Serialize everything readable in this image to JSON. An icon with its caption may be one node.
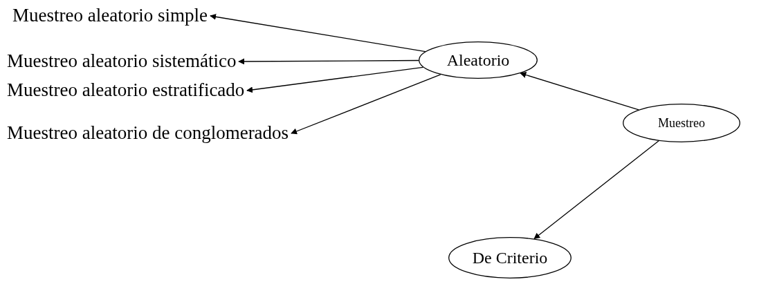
{
  "diagram": {
    "nodes": [
      {
        "text": [
          "Muestreo aleatorio simple"
        ]
      },
      {
        "text": [
          "Muestreo aleatorio sistemático"
        ]
      },
      {
        "text": [
          "Muestreo aleatorio estratificado"
        ]
      },
      {
        "text": [
          "Muestreo aleatorio de conglomerados"
        ]
      },
      {
        "text": [
          "Aleatorio"
        ]
      },
      {
        "text": [
          "Muestreo"
        ]
      },
      {
        "text": [
          "De Criterio"
        ]
      }
    ],
    "edges": [
      {
        "from": 4,
        "to": 0,
        "arrow": "to"
      },
      {
        "from": 4,
        "to": 1,
        "arrow": "to"
      },
      {
        "from": 4,
        "to": 2,
        "arrow": "to"
      },
      {
        "from": 4,
        "to": 3,
        "arrow": "to"
      },
      {
        "from": 5,
        "to": 4,
        "arrow": "to"
      },
      {
        "from": 5,
        "to": 6,
        "arrow": "to"
      }
    ]
  }
}
